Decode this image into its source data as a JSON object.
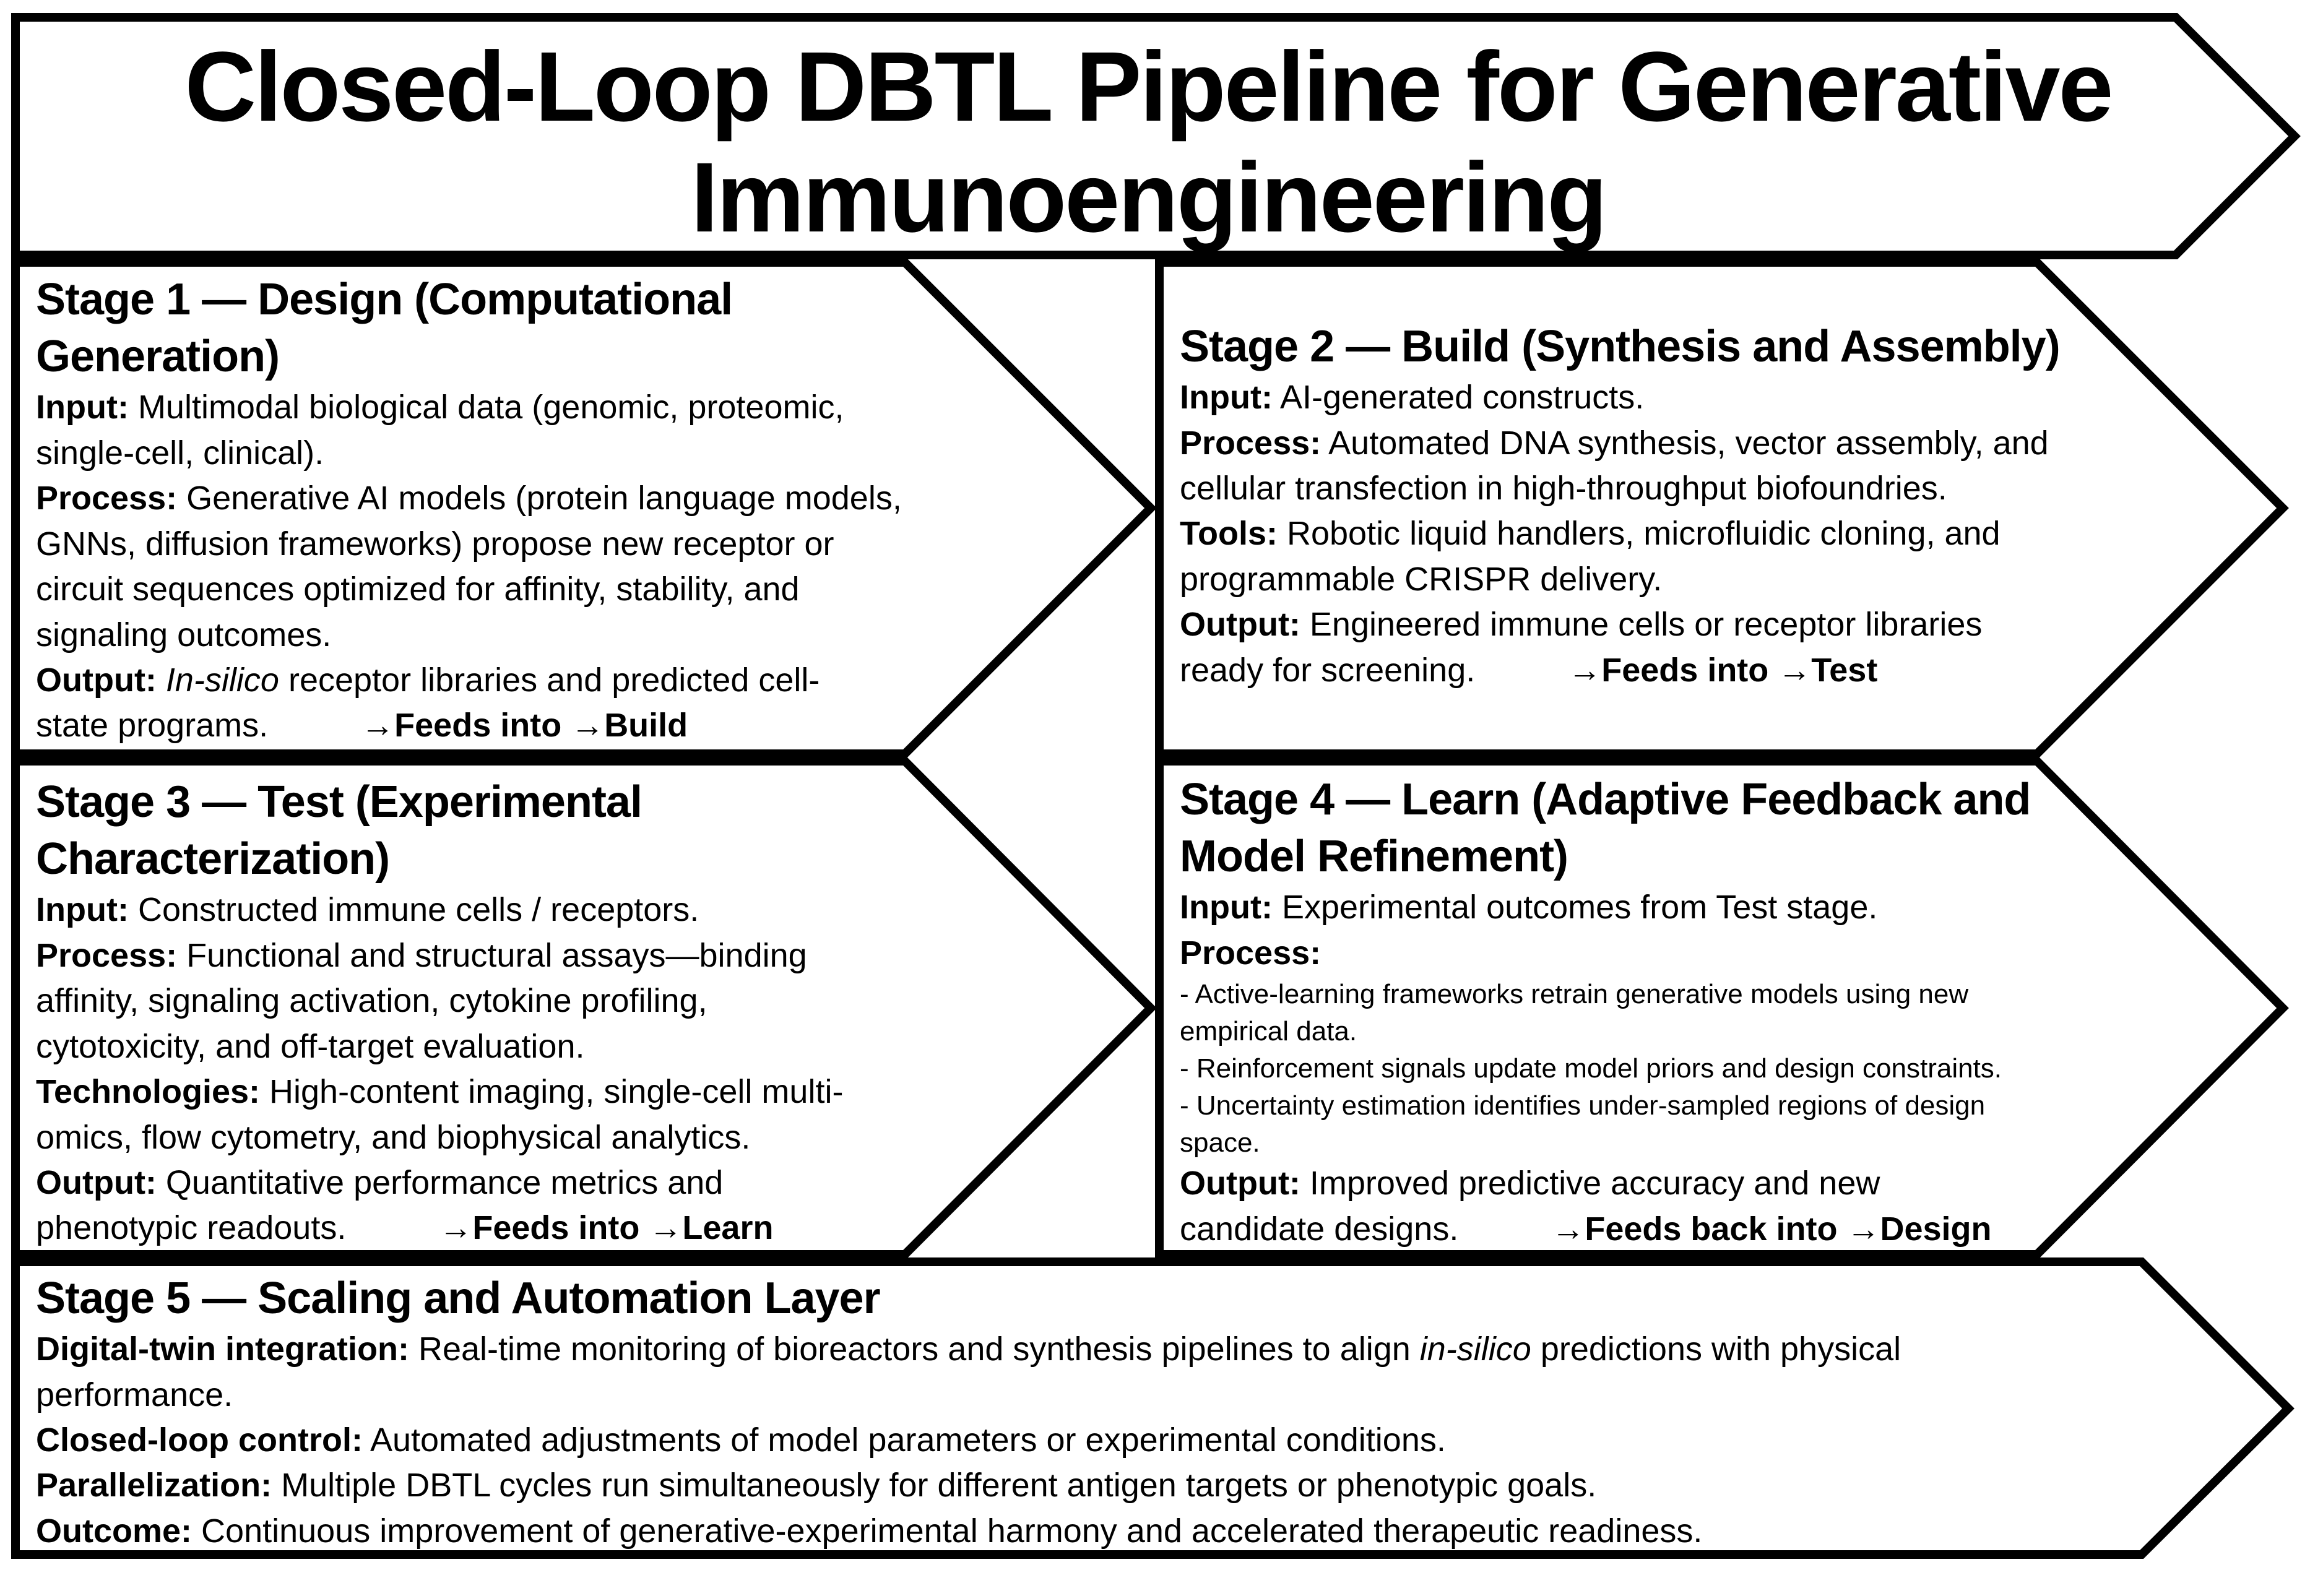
{
  "title": {
    "text": "Closed-Loop DBTL Pipeline for Generative\nImmunoengineering"
  },
  "colors": {
    "ink": "#000000",
    "paper": "#ffffff"
  },
  "stages": [
    {
      "id": "stage-1",
      "heading": "Stage 1 — Design (Computational\nGeneration)",
      "paragraphs": [
        {
          "runs": [
            {
              "t": "Input:",
              "b": true
            },
            {
              "t": " Multimodal biological data (genomic, proteomic,\nsingle-cell, clinical)."
            }
          ]
        },
        {
          "runs": [
            {
              "t": "Process:",
              "b": true
            },
            {
              "t": " Generative AI models (protein language models,\nGNNs, diffusion frameworks) propose new receptor or\ncircuit sequences optimized for affinity, stability, and\nsignaling outcomes."
            }
          ]
        },
        {
          "runs": [
            {
              "t": "Output:",
              "b": true
            },
            {
              "t": " "
            },
            {
              "t": "In-silico",
              "i": true
            },
            {
              "t": " receptor libraries and predicted cell-\nstate programs."
            },
            {
              "t": "→",
              "feeds": true
            },
            {
              "t": "Feeds into ",
              "b": true
            },
            {
              "t": "→"
            },
            {
              "t": "Build",
              "b": true
            }
          ]
        }
      ]
    },
    {
      "id": "stage-2",
      "heading": "Stage 2 — Build (Synthesis and Assembly)",
      "paragraphs": [
        {
          "runs": [
            {
              "t": "Input:",
              "b": true
            },
            {
              "t": " AI-generated constructs."
            }
          ]
        },
        {
          "runs": [
            {
              "t": "Process:",
              "b": true
            },
            {
              "t": " Automated DNA synthesis, vector assembly, and\ncellular transfection in high-throughput biofoundries."
            }
          ]
        },
        {
          "runs": [
            {
              "t": "Tools:",
              "b": true
            },
            {
              "t": " Robotic liquid handlers, microfluidic cloning, and\nprogrammable CRISPR delivery."
            }
          ]
        },
        {
          "runs": [
            {
              "t": "Output:",
              "b": true
            },
            {
              "t": " Engineered immune cells or receptor libraries\nready for screening."
            },
            {
              "t": "→",
              "feeds": true
            },
            {
              "t": "Feeds into ",
              "b": true
            },
            {
              "t": "→"
            },
            {
              "t": "Test",
              "b": true
            }
          ]
        }
      ]
    },
    {
      "id": "stage-3",
      "heading": "Stage 3 — Test (Experimental\nCharacterization)",
      "paragraphs": [
        {
          "runs": [
            {
              "t": "Input:",
              "b": true
            },
            {
              "t": " Constructed immune cells / receptors."
            }
          ]
        },
        {
          "runs": [
            {
              "t": "Process:",
              "b": true
            },
            {
              "t": " Functional and structural assays—binding\naffinity, signaling activation, cytokine profiling,\ncytotoxicity, and off-target evaluation."
            }
          ]
        },
        {
          "runs": [
            {
              "t": "Technologies:",
              "b": true
            },
            {
              "t": " High-content imaging, single-cell multi-\nomics, flow cytometry, and biophysical analytics."
            }
          ]
        },
        {
          "runs": [
            {
              "t": "Output:",
              "b": true
            },
            {
              "t": " Quantitative performance metrics and\nphenotypic readouts."
            },
            {
              "t": "→",
              "feeds": true
            },
            {
              "t": "Feeds into ",
              "b": true
            },
            {
              "t": "→"
            },
            {
              "t": "Learn",
              "b": true
            }
          ]
        }
      ]
    },
    {
      "id": "stage-4",
      "heading": "Stage 4 — Learn (Adaptive Feedback and\nModel Refinement)",
      "paragraphs": [
        {
          "runs": [
            {
              "t": "Input:",
              "b": true
            },
            {
              "t": " Experimental outcomes from Test stage."
            }
          ]
        },
        {
          "runs": [
            {
              "t": "Process:",
              "b": true
            }
          ]
        },
        {
          "small": true,
          "runs": [
            {
              "t": "- Active-learning frameworks retrain generative models using new\nempirical data."
            }
          ]
        },
        {
          "small": true,
          "runs": [
            {
              "t": "- Reinforcement signals update model priors and design constraints."
            }
          ]
        },
        {
          "small": true,
          "runs": [
            {
              "t": "- Uncertainty estimation identifies under-sampled regions of design\nspace."
            }
          ]
        },
        {
          "runs": [
            {
              "t": "Output:",
              "b": true
            },
            {
              "t": " Improved predictive accuracy and new\ncandidate designs."
            },
            {
              "t": "→",
              "feeds": true
            },
            {
              "t": "Feeds back into ",
              "b": true
            },
            {
              "t": "→"
            },
            {
              "t": "Design",
              "b": true
            }
          ]
        }
      ]
    },
    {
      "id": "stage-5",
      "heading": "Stage 5 — Scaling and Automation Layer",
      "paragraphs": [
        {
          "runs": [
            {
              "t": "Digital-twin integration:",
              "b": true
            },
            {
              "t": " Real-time monitoring of bioreactors and synthesis pipelines to align "
            },
            {
              "t": "in-silico",
              "i": true
            },
            {
              "t": " predictions with physical\nperformance."
            }
          ]
        },
        {
          "runs": [
            {
              "t": "Closed-loop control:",
              "b": true
            },
            {
              "t": " Automated adjustments of model parameters or experimental conditions."
            }
          ]
        },
        {
          "runs": [
            {
              "t": "Parallelization:",
              "b": true
            },
            {
              "t": " Multiple DBTL cycles run simultaneously for different antigen targets or phenotypic goals."
            }
          ]
        },
        {
          "runs": [
            {
              "t": "Outcome:",
              "b": true
            },
            {
              "t": " Continuous improvement of generative-experimental harmony and accelerated therapeutic readiness."
            }
          ]
        }
      ]
    }
  ]
}
